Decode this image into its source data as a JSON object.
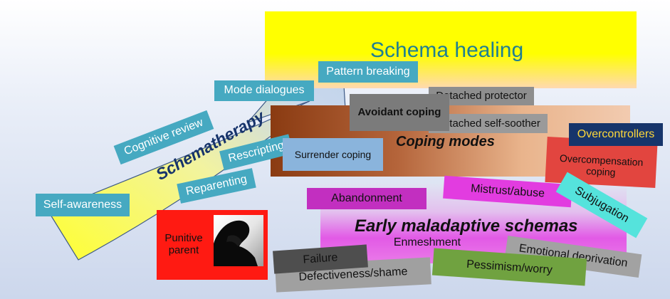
{
  "schema_healing": {
    "title": "Schema healing"
  },
  "arrow": {
    "title": "Schematherapy",
    "steps": {
      "self_awareness": "Self-awareness",
      "cognitive_review": "Cognitive review",
      "reparenting": "Reparenting",
      "rescripting": "Rescripting",
      "mode_dialogues": "Mode dialogues",
      "pattern_breaking": "Pattern breaking"
    }
  },
  "coping_modes": {
    "title": "Coping modes",
    "avoidant": "Avoidant coping",
    "detached_protector": "Detached protector",
    "detached_self_soother": "Detached self-soother",
    "surrender": "Surrender coping",
    "overcontrollers": "Overcontrollers",
    "overcompensation": "Overcompensation coping"
  },
  "schemas": {
    "title": "Early maladaptive schemas",
    "abandonment": "Abandonment",
    "mistrust": "Mistrust/abuse",
    "subjugation": "Subjugation",
    "enmeshment": "Enmeshment",
    "emotional_deprivation": "Emotional deprivation",
    "failure": "Failure",
    "defectiveness": "Defectiveness/shame",
    "pessimism": "Pessimism/worry"
  },
  "punitive_parent": {
    "label": "Punitive parent"
  },
  "colors": {
    "healing": "#ffff00",
    "teal_labels": "#46a9c1",
    "arrow_title": "#17346b",
    "punitive": "#ff1a12"
  }
}
